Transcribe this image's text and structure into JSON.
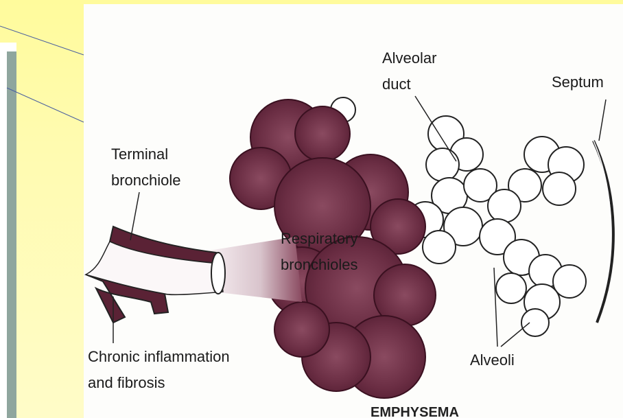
{
  "labels": {
    "terminal_1": "Terminal",
    "terminal_2": "bronchiole",
    "alveolar_1": "Alveolar",
    "alveolar_2": "duct",
    "septum": "Septum",
    "resp_1": "Respiratory",
    "resp_2": "bronchioles",
    "chronic_1": "Chronic inflammation",
    "chronic_2": "and fibrosis",
    "alveoli": "Alveoli",
    "caption": "EMPHYSEMA"
  },
  "colors": {
    "slide_background": "#fffb9c",
    "sidebar_strip": "#8fa69e",
    "bronchiole_dark": "#5a2235",
    "bronchiole_mid": "#7a3a4f",
    "bronchiole_light": "#e8d9de"
  }
}
